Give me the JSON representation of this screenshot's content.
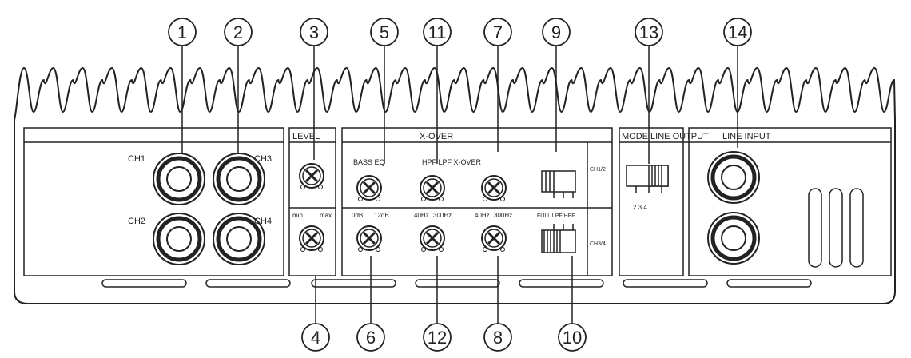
{
  "callouts_top": [
    "1",
    "2",
    "3",
    "5",
    "11",
    "7",
    "9",
    "13",
    "14"
  ],
  "callouts_bottom": [
    "4",
    "6",
    "12",
    "8",
    "10"
  ],
  "panels": {
    "level": "LEVEL",
    "xover": "X-OVER",
    "mode": "MODE LINE OUTPUT",
    "line_input": "LINE INPUT"
  },
  "rca_labels": {
    "ch1": "CH1",
    "ch2": "CH2",
    "ch3": "CH3",
    "ch4": "CH4"
  },
  "level_scale": {
    "min": "min",
    "max": "max"
  },
  "bass_eq": {
    "title": "BASS EQ",
    "low": "0dB",
    "high": "12dB"
  },
  "filter_header": "HPF LPF X-OVER",
  "hpf_range": {
    "low": "40Hz",
    "high": "300Hz"
  },
  "lpf_range": {
    "low": "40Hz",
    "high": "300Hz"
  },
  "filter_switch_label": "FULL LPF HPF",
  "channel_tags": {
    "front": "CH1/2",
    "rear": "CH3/4"
  },
  "mode_positions": "2  3  4"
}
